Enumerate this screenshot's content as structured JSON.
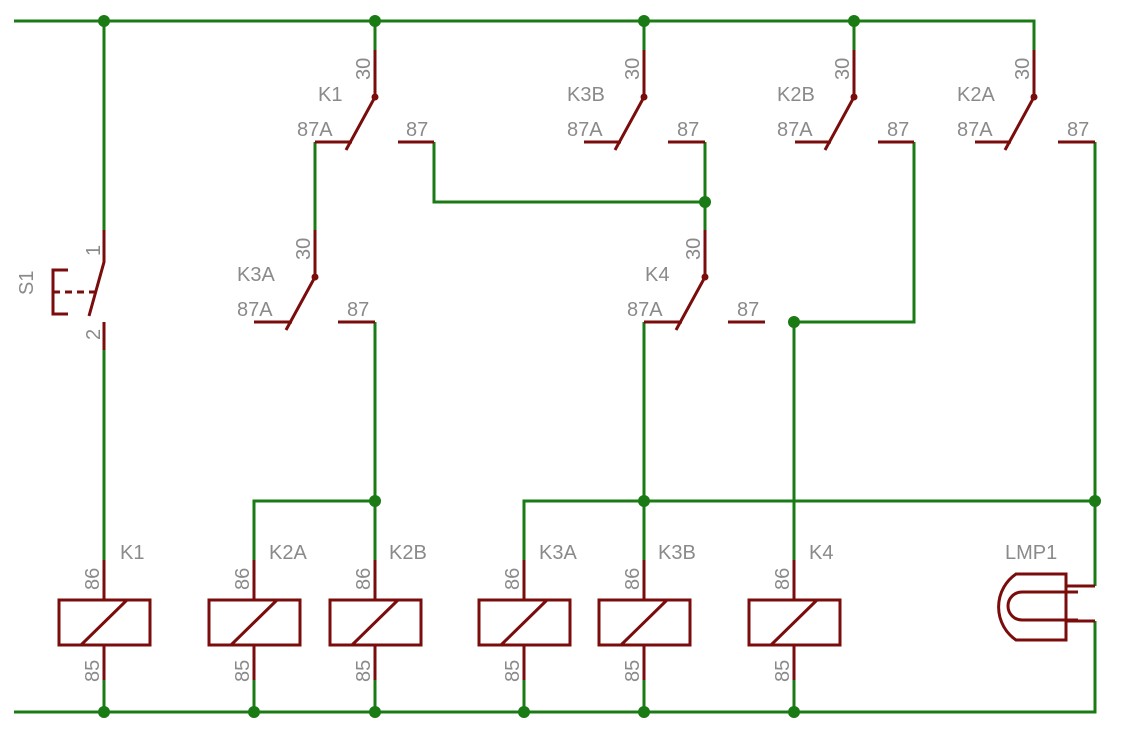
{
  "colors": {
    "wire": "#1a7a14",
    "component": "#7a0c0c",
    "text": "#8a8a8a",
    "background": "#ffffff"
  },
  "switches": [
    {
      "label": "K1",
      "pin_com": "30",
      "pin_nc": "87A",
      "pin_no": "87"
    },
    {
      "label": "K3B",
      "pin_com": "30",
      "pin_nc": "87A",
      "pin_no": "87"
    },
    {
      "label": "K2B",
      "pin_com": "30",
      "pin_nc": "87A",
      "pin_no": "87"
    },
    {
      "label": "K2A",
      "pin_com": "30",
      "pin_nc": "87A",
      "pin_no": "87"
    },
    {
      "label": "K3A",
      "pin_com": "30",
      "pin_nc": "87A",
      "pin_no": "87"
    },
    {
      "label": "K4",
      "pin_com": "30",
      "pin_nc": "87A",
      "pin_no": "87"
    }
  ],
  "pushbutton": {
    "label": "S1",
    "pin1": "1",
    "pin2": "2"
  },
  "coils": [
    {
      "label": "K1",
      "pin_top": "86",
      "pin_bottom": "85"
    },
    {
      "label": "K2A",
      "pin_top": "86",
      "pin_bottom": "85"
    },
    {
      "label": "K2B",
      "pin_top": "86",
      "pin_bottom": "85"
    },
    {
      "label": "K3A",
      "pin_top": "86",
      "pin_bottom": "85"
    },
    {
      "label": "K3B",
      "pin_top": "86",
      "pin_bottom": "85"
    },
    {
      "label": "K4",
      "pin_top": "86",
      "pin_bottom": "85"
    }
  ],
  "lamp": {
    "label": "LMP1"
  }
}
